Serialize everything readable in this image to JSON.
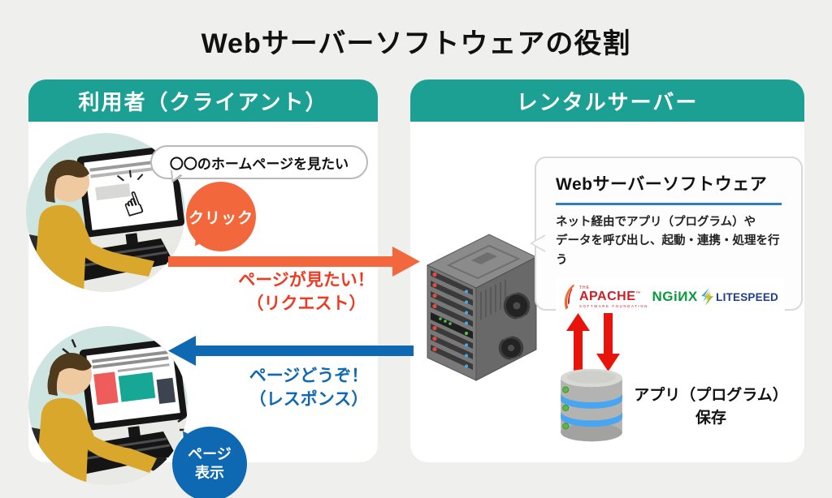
{
  "page": {
    "title": "Webサーバーソフトウェアの役割"
  },
  "colors": {
    "page-bg": "#efefed",
    "panel-bg": "#ffffff",
    "teal": "#1ca094",
    "orange": "#f2683c",
    "request-red": "#ee3a21",
    "blue": "#0e69b2",
    "signal-red": "#e8130b",
    "underline-blue": "#2d7ec4",
    "apache-red": "#ca2026",
    "nginx-green": "#089a3e",
    "litespeed-navy": "#1d3c8f",
    "db-blue": "#48a5f1",
    "db-gray": "#b3b3b1"
  },
  "client_panel": {
    "header": "利用者（クライアント）",
    "speech_bubble": "〇〇のホームページを見たい",
    "click_bubble": "クリック",
    "request": {
      "line1": "ページが見たい！",
      "line2": "（リクエスト）"
    },
    "response": {
      "line1": "ページどうぞ！",
      "line2": "（レスポンス）"
    },
    "page_display": {
      "line1": "ページ",
      "line2": "表示"
    }
  },
  "server_panel": {
    "header": "レンタルサーバー",
    "software_box": {
      "title": "Webサーバーソフトウェア",
      "description": {
        "line1": "ネット経由でアプリ（プログラム）や",
        "line2": "データを呼び出し、起動・連携・処理を行う"
      },
      "logos": {
        "apache": {
          "pretext": "THE",
          "text": "APACHE",
          "tm": "™",
          "subtext": "SOFTWARE FOUNDATION"
        },
        "nginx": {
          "text": "NGiИX"
        },
        "litespeed": {
          "text": "LITESPEED"
        }
      }
    },
    "storage": {
      "line1": "アプリ（プログラム）",
      "line2": "保存"
    }
  }
}
